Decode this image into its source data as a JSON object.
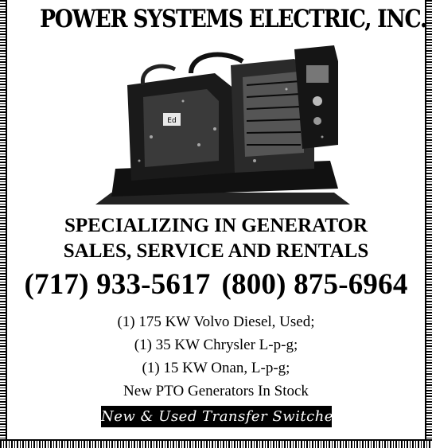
{
  "company_name": "POWER SYSTEMS ELECTRIC, INC.",
  "photo_icon": "generator-icon",
  "headline": {
    "line1": "SPECIALIZING IN GENERATOR",
    "line2": "SALES, SERVICE AND RENTALS"
  },
  "phones": {
    "local": "(717) 933-5617",
    "toll_free": "(800) 875-6964"
  },
  "inventory": [
    "(1) 175 KW Volvo Diesel, Used;",
    "(1) 35 KW Chrysler L-p-g;",
    "(1) 15 KW Onan, L-p-g;",
    "New PTO Generators In Stock"
  ],
  "banner": "New & Used Transfer Switches",
  "colors": {
    "ink": "#000000",
    "paper": "#ffffff"
  }
}
